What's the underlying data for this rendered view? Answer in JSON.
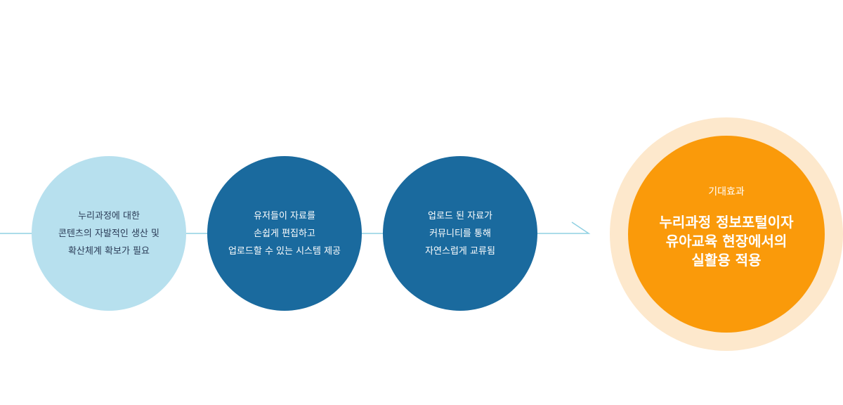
{
  "steps": [
    {
      "lines": [
        "누리과정에 대한",
        "콘텐츠의 자발적인 생산 및",
        "확산체계 확보가 필요"
      ]
    },
    {
      "lines": [
        "유저들이 자료를",
        "손쉽게 편집하고",
        "업로드할 수 있는 시스템 제공"
      ]
    },
    {
      "lines": [
        "업로드 된 자료가",
        "커뮤니티를 통해",
        "자연스럽게 교류됨"
      ]
    }
  ],
  "result": {
    "label": "기대효과",
    "lines": [
      "누리과정 정보포털이자",
      "유아교육 현장에서의",
      "실활용 적용"
    ]
  },
  "colors": {
    "connector": "#8fd0e2",
    "step_light": "#b7e0ee",
    "step_dark": "#1a6a9e",
    "result_ring": "#fde8cc",
    "result_core": "#fa9a0a"
  }
}
